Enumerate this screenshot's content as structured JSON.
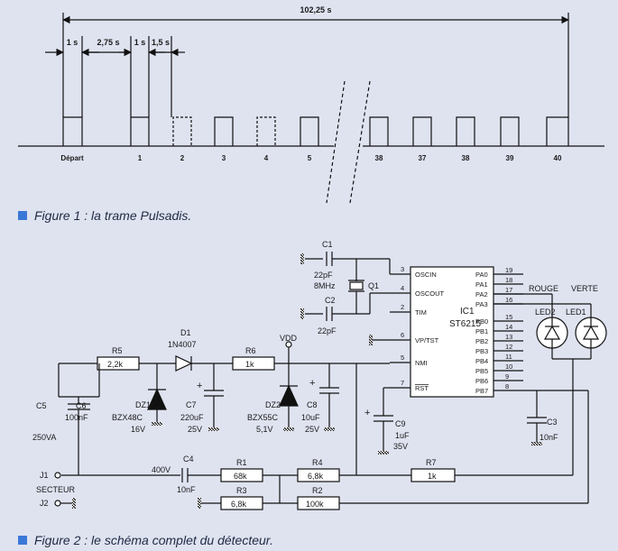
{
  "figure1": {
    "caption": "Figure 1 : la trame Pulsadis.",
    "total_duration": "102,25 s",
    "intervals": [
      "1 s",
      "2,75 s",
      "1 s",
      "1,5 s"
    ],
    "pulse_labels": [
      "Départ",
      "1",
      "2",
      "3",
      "4",
      "5",
      "38",
      "37",
      "38",
      "39",
      "40"
    ]
  },
  "figure2": {
    "caption": "Figure 2 : le schéma complet du détecteur.",
    "ic": {
      "ref": "IC1",
      "part": "ST6215",
      "left_pins": [
        {
          "num": "3",
          "name": "OSCIN"
        },
        {
          "num": "4",
          "name": "OSCOUT"
        },
        {
          "num": "2",
          "name": "TIM"
        },
        {
          "num": "6",
          "name": "VP/TST"
        },
        {
          "num": "5",
          "name": "NMI"
        },
        {
          "num": "7",
          "name": "RST"
        }
      ],
      "right_pins": [
        {
          "num": "19",
          "name": "PA0"
        },
        {
          "num": "18",
          "name": "PA1"
        },
        {
          "num": "17",
          "name": "PA2"
        },
        {
          "num": "16",
          "name": "PA3"
        },
        {
          "num": "15",
          "name": "PB0"
        },
        {
          "num": "14",
          "name": "PB1"
        },
        {
          "num": "13",
          "name": "PB2"
        },
        {
          "num": "12",
          "name": "PB3"
        },
        {
          "num": "11",
          "name": "PB4"
        },
        {
          "num": "10",
          "name": "PB5"
        },
        {
          "num": "9",
          "name": "PB6"
        },
        {
          "num": "8",
          "name": "PB7"
        }
      ]
    },
    "components": {
      "c1_ref": "C1",
      "c1_val": "22pF",
      "c2_ref": "C2",
      "c2_val": "22pF",
      "q1_ref": "Q1",
      "q1_val": "8MHz",
      "d1_ref": "D1",
      "d1_val": "1N4007",
      "r5_ref": "R5",
      "r5_val": "2,2k",
      "r6_ref": "R6",
      "r6_val": "1k",
      "vdd": "VDD",
      "c5_ref": "C5",
      "c6_ref": "C6",
      "c6_val": "100nF",
      "c5_c6_rating": "250VA",
      "dz1_ref": "DZ1",
      "dz1_part": "BZX48C",
      "dz1_val": "16V",
      "c7_ref": "C7",
      "c7_val": "220uF",
      "c7_volt": "25V",
      "dz2_ref": "DZ2",
      "dz2_part": "BZX55C",
      "dz2_val": "5,1V",
      "c8_ref": "C8",
      "c8_val": "10uF",
      "c8_volt": "25V",
      "c9_ref": "C9",
      "c9_val": "1uF",
      "c9_volt": "35V",
      "c3_ref": "C3",
      "c3_val": "10nF",
      "c4_ref": "C4",
      "c4_val": "10nF",
      "c4_volt": "400V",
      "r1_ref": "R1",
      "r1_val": "68k",
      "r3_ref": "R3",
      "r3_val": "6,8k",
      "r4_ref": "R4",
      "r4_val": "6,8k",
      "r2_ref": "R2",
      "r2_val": "100k",
      "r7_ref": "R7",
      "r7_val": "1k",
      "led1": "LED1",
      "led2": "LED2",
      "rouge": "ROUGE",
      "verte": "VERTE",
      "j1": "J1",
      "j2": "J2",
      "secteur": "SECTEUR"
    }
  }
}
